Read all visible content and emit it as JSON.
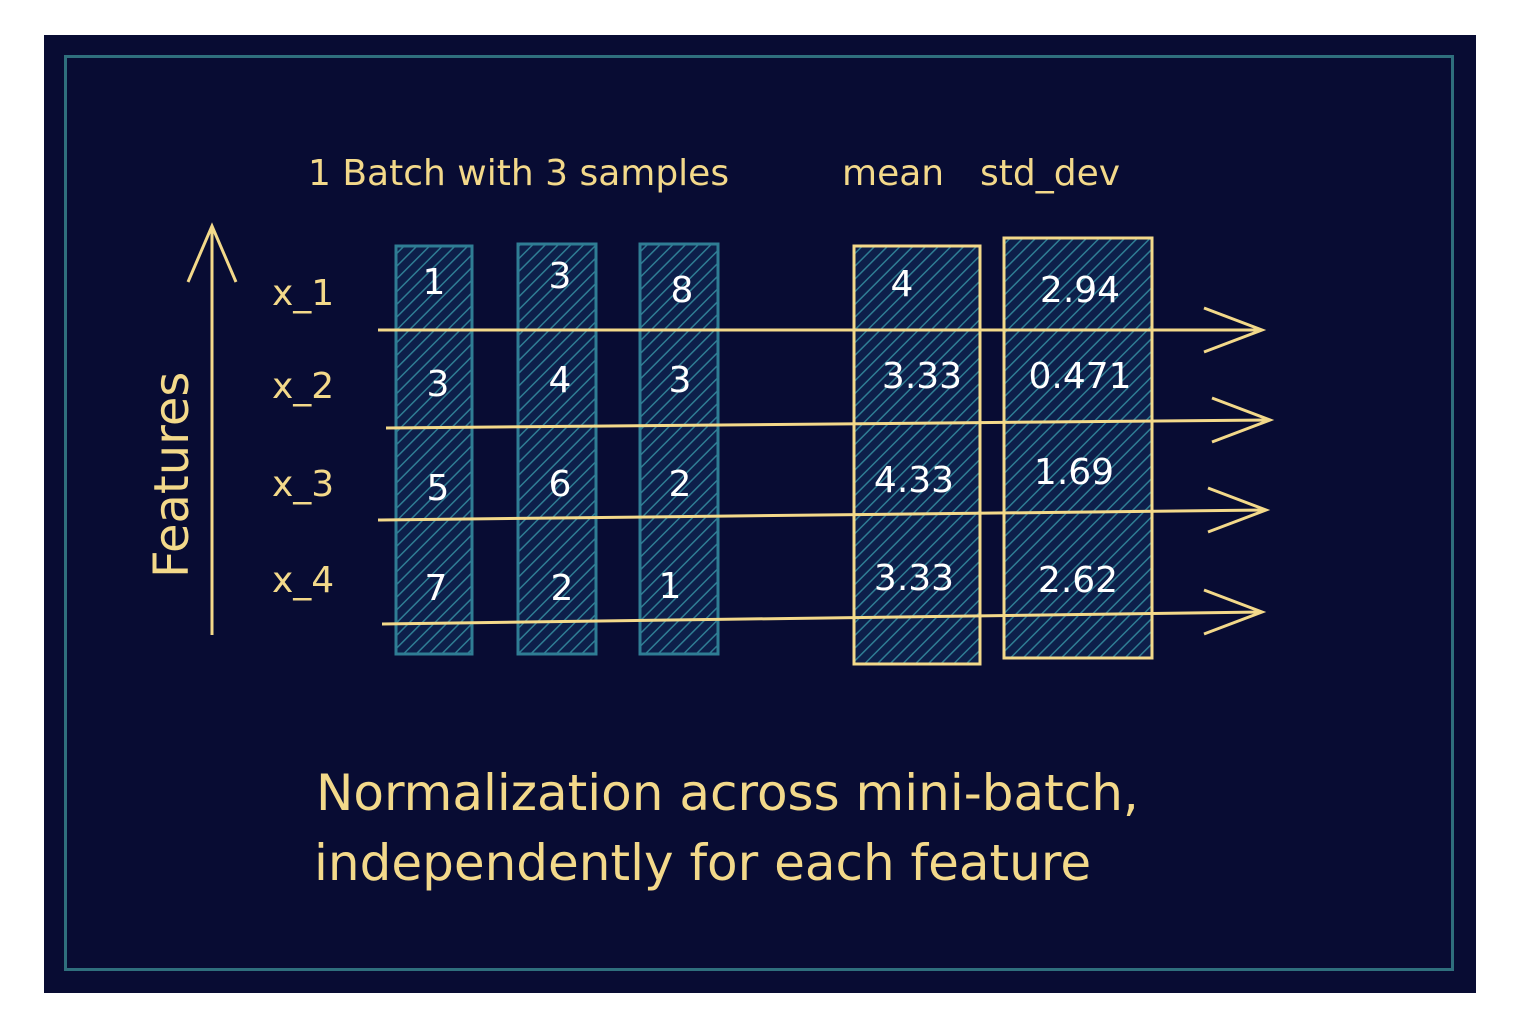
{
  "colors": {
    "background": "#080c33",
    "frame_border": "#2f6f7d",
    "sample_column_stroke": "#2f7d94",
    "stat_column_stroke": "#f3d98a",
    "text_yellow": "#f3d98a",
    "numbers": "#ffffff"
  },
  "header": {
    "batch_label": "1 Batch with 3 samples",
    "mean_label": "mean",
    "std_label": "std_dev"
  },
  "axis": {
    "label": "Features",
    "features": [
      "x_1",
      "x_2",
      "x_3",
      "x_4"
    ]
  },
  "samples": [
    [
      "1",
      "3",
      "5",
      "7"
    ],
    [
      "3",
      "4",
      "6",
      "2"
    ],
    [
      "8",
      "3",
      "2",
      "1"
    ]
  ],
  "mean": [
    "4",
    "3.33",
    "4.33",
    "3.33"
  ],
  "std_dev": [
    "2.94",
    "0.471",
    "1.69",
    "2.62"
  ],
  "caption": {
    "line1": "Normalization across mini-batch,",
    "line2": "independently for each feature"
  }
}
